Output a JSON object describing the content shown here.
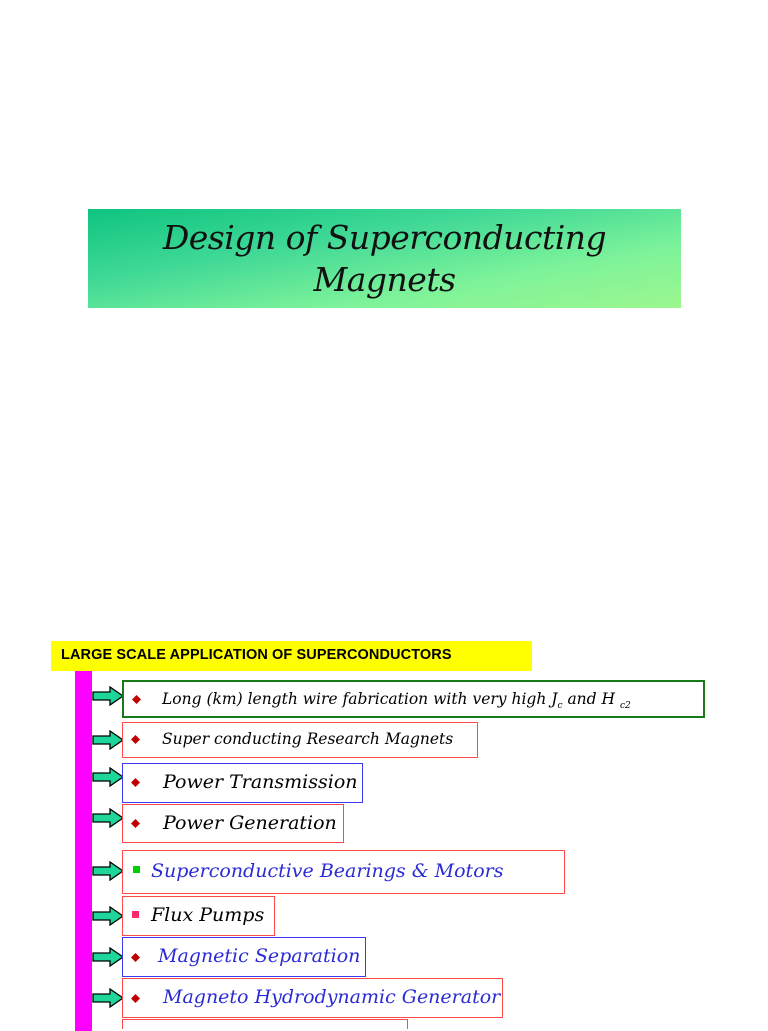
{
  "title": {
    "line1": "Design of Superconducting",
    "line2": "Magnets"
  },
  "slide_heading": "LARGE SCALE APPLICATION OF SUPERCONDUCTORS",
  "items": [
    {
      "pre": "Long (km) length wire fabrication with very high J",
      "sub1": "c",
      "mid": " and H ",
      "sub2": "c2"
    },
    {
      "text": "Super conducting Research Magnets"
    },
    {
      "text": "Power Transmission"
    },
    {
      "text": "Power Generation"
    },
    {
      "text": "Superconductive Bearings & Motors"
    },
    {
      "text": "Flux Pumps"
    },
    {
      "text": "Magnetic Separation"
    },
    {
      "text": "Magneto Hydrodynamic Generator"
    }
  ],
  "colors": {
    "title_gradient_start": "#0ec47f",
    "title_gradient_end": "#9cf78e",
    "heading_background": "#ffff00",
    "vertical_bar": "#ff00ff",
    "arrow_fill": "#1fd69a",
    "bullet": "#c00000",
    "blue_text": "#2b2bd6",
    "green_square": "#00d000",
    "pink_square": "#ff2a6a"
  }
}
